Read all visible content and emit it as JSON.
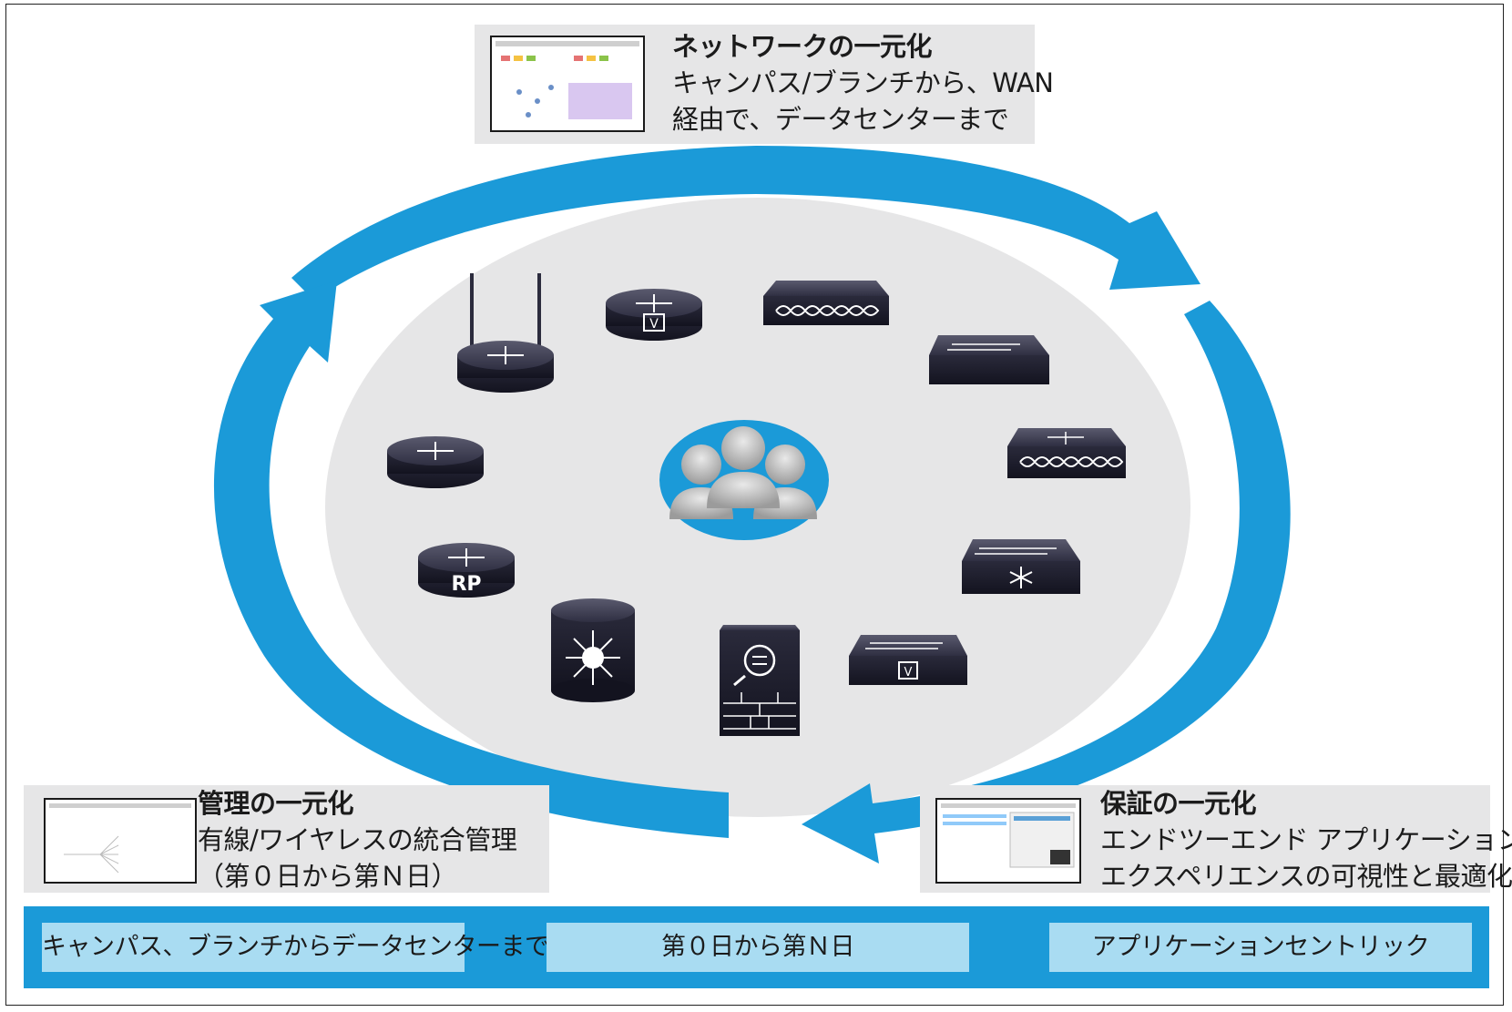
{
  "colors": {
    "accent": "#1b9ad8",
    "ellipse": "#e6e6e7",
    "bar_cell": "#a9dcf2",
    "device": "#2b2b3d"
  },
  "callouts": {
    "network": {
      "title": "ネットワークの一元化",
      "line1": "キャンパス/ブランチから、WAN",
      "line2": "経由で、データセンターまで"
    },
    "management": {
      "title": "管理の一元化",
      "line1": "有線/ワイヤレスの統合管理",
      "line2": "（第０日から第Ｎ日）"
    },
    "assurance": {
      "title": "保証の一元化",
      "line1": "エンドツーエンド アプリケーション",
      "line2": "エクスペリエンスの可視性と最適化"
    }
  },
  "bottom_bar": [
    "キャンパス、ブランチからデータセンターまで",
    "第０日から第Ｎ日",
    "アプリケーションセントリック"
  ],
  "device_labels": {
    "rp": "RP",
    "virtual": "V"
  },
  "icons": [
    "wireless-router-icon",
    "virtual-router-icon",
    "wan-optimizer-icon",
    "layer2-switch-icon",
    "multilayer-switch-icon",
    "router-icon",
    "users-group-icon",
    "rp-router-icon",
    "fabric-switch-icon",
    "core-switch-icon",
    "firewall-icon",
    "virtual-switch-icon"
  ]
}
